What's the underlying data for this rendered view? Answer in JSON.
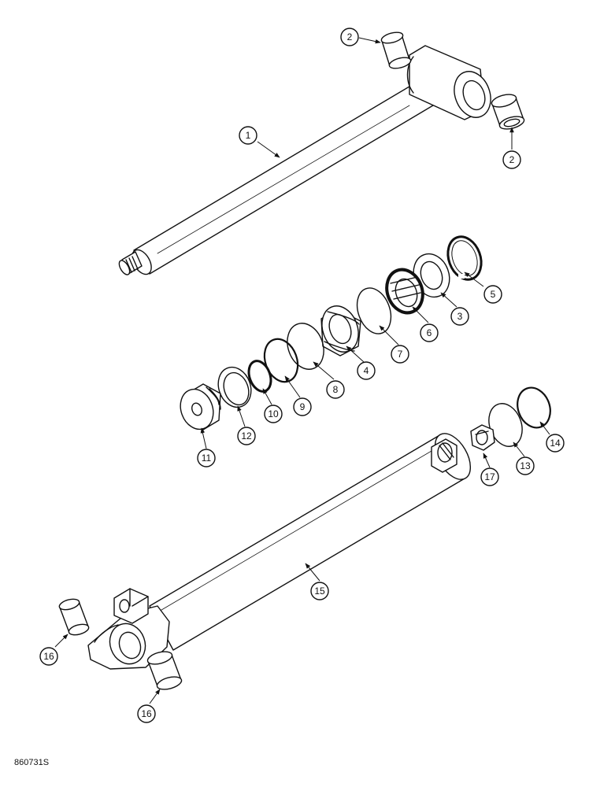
{
  "callouts": [
    "1",
    "2",
    "2",
    "3",
    "4",
    "5",
    "6",
    "7",
    "8",
    "9",
    "10",
    "11",
    "12",
    "13",
    "14",
    "15",
    "16",
    "16",
    "17"
  ],
  "reference_number": "860731S"
}
